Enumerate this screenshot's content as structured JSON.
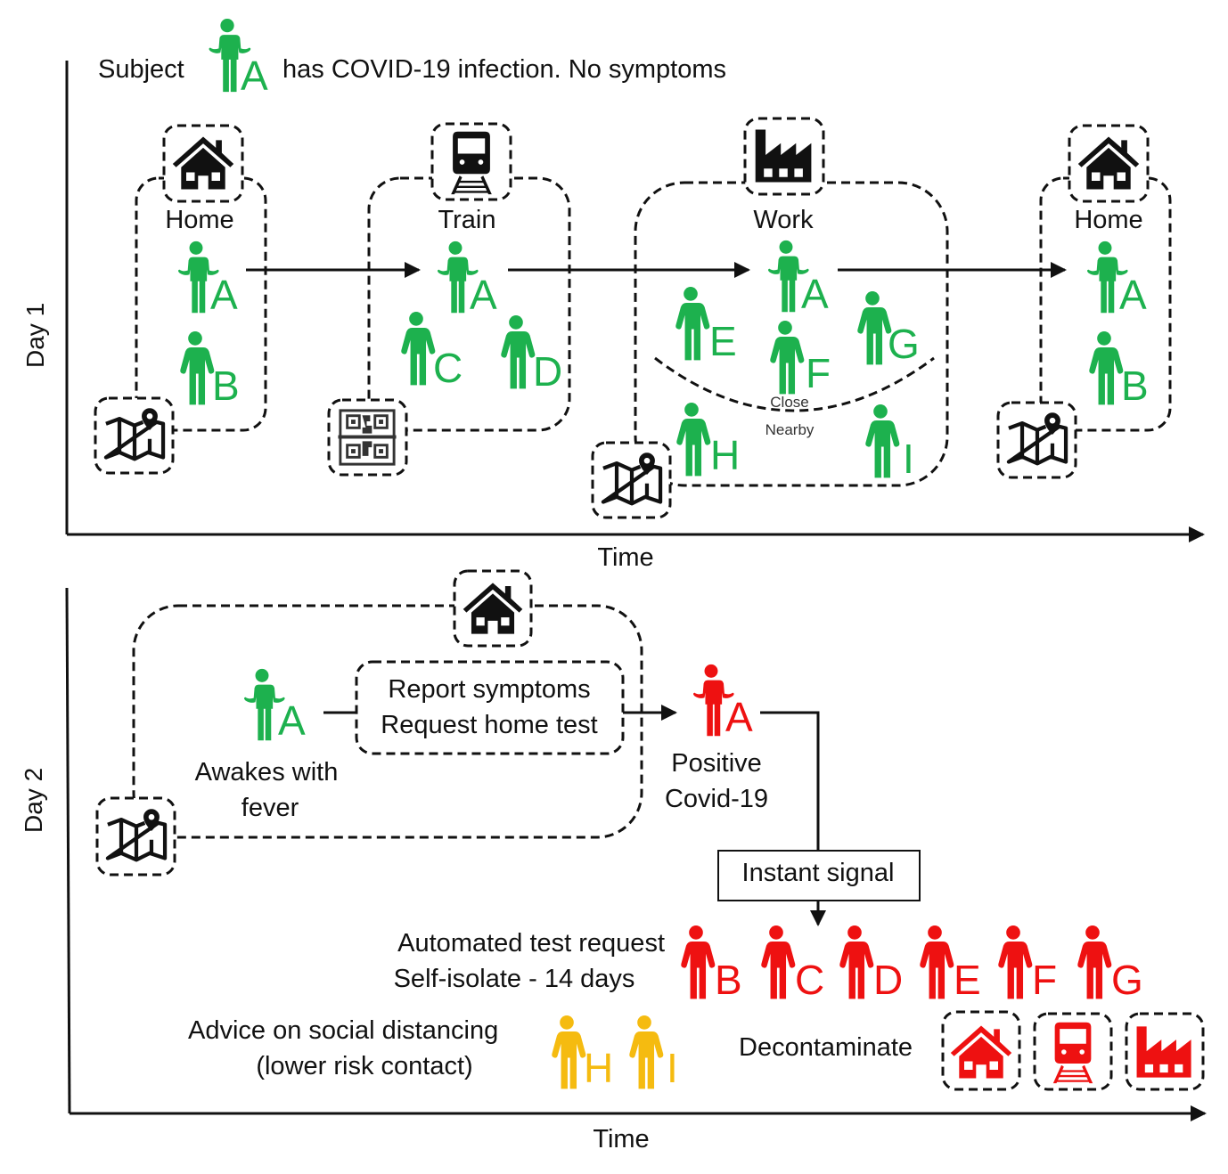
{
  "colors": {
    "infected": "#1db14e",
    "positive": "#ee1111",
    "advice": "#f5bb10",
    "ink": "#111111"
  },
  "day1": {
    "axis_label": "Day 1",
    "time_label": "Time",
    "header": {
      "prefix": "Subject",
      "subject": "A",
      "suffix": "has COVID-19 infection. No symptoms"
    },
    "locations": [
      {
        "name": "Home",
        "icon": "house-icon",
        "tracker_icon": "map-pin-icon",
        "people": [
          "A",
          "B"
        ]
      },
      {
        "name": "Train",
        "icon": "train-icon",
        "tracker_icon": "qr-code-icon",
        "people": [
          "A",
          "C",
          "D"
        ]
      },
      {
        "name": "Work",
        "icon": "factory-icon",
        "tracker_icon": "map-pin-icon",
        "people": [
          "A",
          "E",
          "F",
          "G",
          "H",
          "I"
        ]
      },
      {
        "name": "Home",
        "icon": "house-icon",
        "tracker_icon": "map-pin-icon",
        "people": [
          "A",
          "B"
        ]
      }
    ],
    "zones": {
      "close": "Close",
      "nearby": "Nearby"
    }
  },
  "day2": {
    "axis_label": "Day 2",
    "time_label": "Time",
    "subject": "A",
    "awakes_line1": "Awakes with",
    "awakes_line2": "fever",
    "report_line1": "Report symptoms",
    "report_line2": "Request home test",
    "positive_line1": "Positive",
    "positive_line2": "Covid-19",
    "signal": "Instant signal",
    "auto_line1": "Automated test request",
    "auto_line2": "Self-isolate - 14 days",
    "advice_line1": "Advice on social distancing",
    "advice_line2": "(lower risk contact)",
    "decontaminate": "Decontaminate",
    "isolate_people": [
      "B",
      "C",
      "D",
      "E",
      "F",
      "G"
    ],
    "advice_people": [
      "H",
      "I"
    ]
  }
}
